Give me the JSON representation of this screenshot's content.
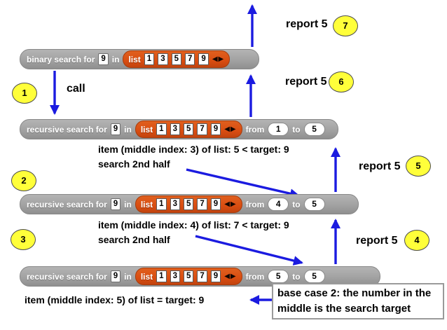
{
  "colors": {
    "arrow": "#1b1be0",
    "block-gray": "#a2a2a2",
    "list-orange": "#d94d11",
    "circle-yellow": "#ffff3a"
  },
  "list": {
    "label": "list",
    "items": [
      "1",
      "3",
      "5",
      "7",
      "9"
    ],
    "arrows_icon": "◀▶"
  },
  "blocks": [
    {
      "prefix": "binary search for",
      "target": "9",
      "in_label": "in"
    },
    {
      "prefix": "recursive search for",
      "target": "9",
      "in_label": "in",
      "from_label": "from",
      "from": "1",
      "to_label": "to",
      "to": "5"
    },
    {
      "prefix": "recursive search for",
      "target": "9",
      "in_label": "in",
      "from_label": "from",
      "from": "4",
      "to_label": "to",
      "to": "5"
    },
    {
      "prefix": "recursive search for",
      "target": "9",
      "in_label": "in",
      "from_label": "from",
      "from": "5",
      "to_label": "to",
      "to": "5"
    }
  ],
  "steps": {
    "s1": "1",
    "s2": "2",
    "s3": "3",
    "s4": "4",
    "s5": "5",
    "s6": "6",
    "s7": "7"
  },
  "annotations": {
    "call": "call",
    "report": "report 5",
    "mid3_line1": "item (middle index: 3) of list: 5 < target: 9",
    "mid3_line2": "search 2nd half",
    "mid4_line1": "item (middle index: 4) of list: 7 < target: 9",
    "mid4_line2": "search 2nd half",
    "mid5": "item (middle index: 5) of list = target: 9",
    "base_case_line1": "base case 2: the number in the",
    "base_case_line2": "middle is the search target"
  }
}
